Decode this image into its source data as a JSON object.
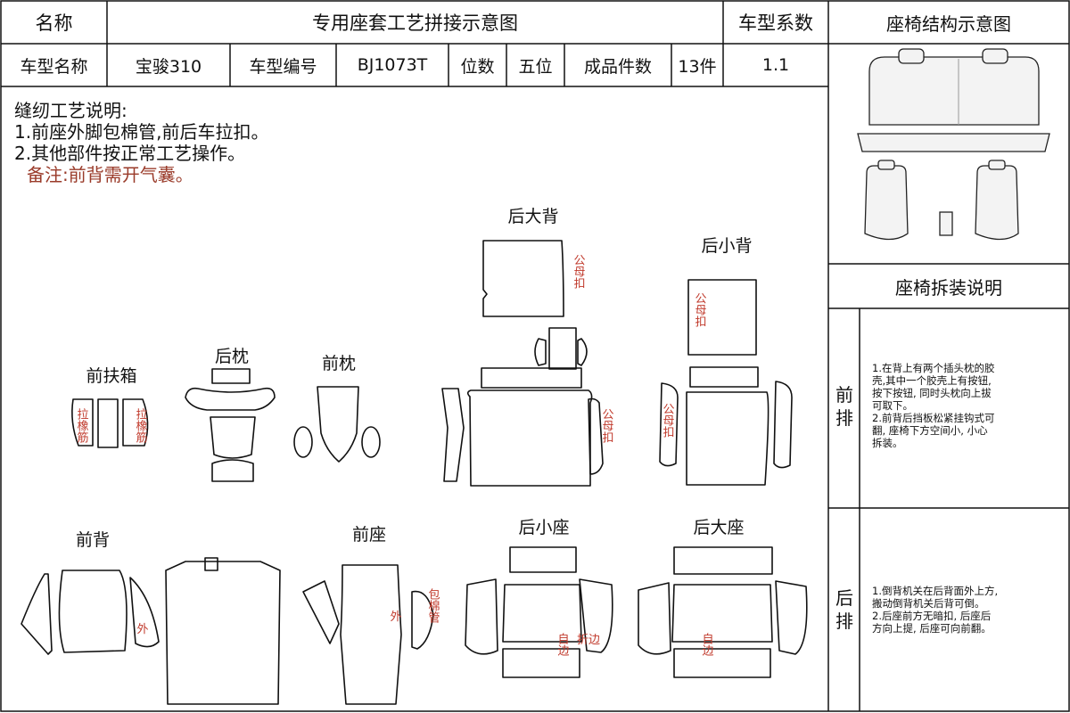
{
  "header": {
    "name_label": "名称",
    "title": "专用座套工艺拼接示意图",
    "coef_label": "车型系数",
    "structure_title": "座椅结构示意图",
    "model_name_label": "车型名称",
    "model_name": "宝骏310",
    "model_code_label": "车型编号",
    "model_code": "BJ1073T",
    "seats_label": "位数",
    "seats": "五位",
    "pieces_label": "成品件数",
    "pieces": "13件",
    "coef": "1.1"
  },
  "notes": {
    "heading": "缝纫工艺说明:",
    "line1": "1.前座外脚包棉管,前后车拉扣。",
    "line2": "2.其他部件按正常工艺操作。",
    "remark": "备注:前背需开气囊。"
  },
  "disassembly": {
    "title": "座椅拆装说明",
    "front_label_a": "前",
    "front_label_b": "排",
    "front_text": "1.在背上有两个插头枕的胶\n壳,其中一个胶壳上有按钮,\n按下按钮, 同时头枕向上拔\n可取下。\n2.前背后挡板松紧挂钩式可\n翻, 座椅下方空间小, 小心\n拆装。",
    "rear_label_a": "后",
    "rear_label_b": "排",
    "rear_text": "1.倒背机关在后背面外上方,\n搬动倒背机关后背可倒。\n2.后座前方无暗扣, 后座后\n方向上提, 后座可向前翻。"
  },
  "pattern": {
    "back_rest_large": "后大背",
    "back_rest_small": "后小背",
    "armrest_front": "前扶箱",
    "headrest_rear": "后枕",
    "headrest_front": "前枕",
    "front_back": "前背",
    "front_seat": "前座",
    "rear_seat_small": "后小座",
    "rear_seat_large": "后大座",
    "snap_v1": "公母扣",
    "elastic_v": "拉橡筋",
    "outer_mark": "外",
    "cotton_tube_v": "包棉管",
    "self_edge_v": "自边",
    "fold_edge": "折边"
  },
  "colors": {
    "accent_red": "#c0392b",
    "line": "#111111",
    "remark": "#9a3b2a"
  }
}
